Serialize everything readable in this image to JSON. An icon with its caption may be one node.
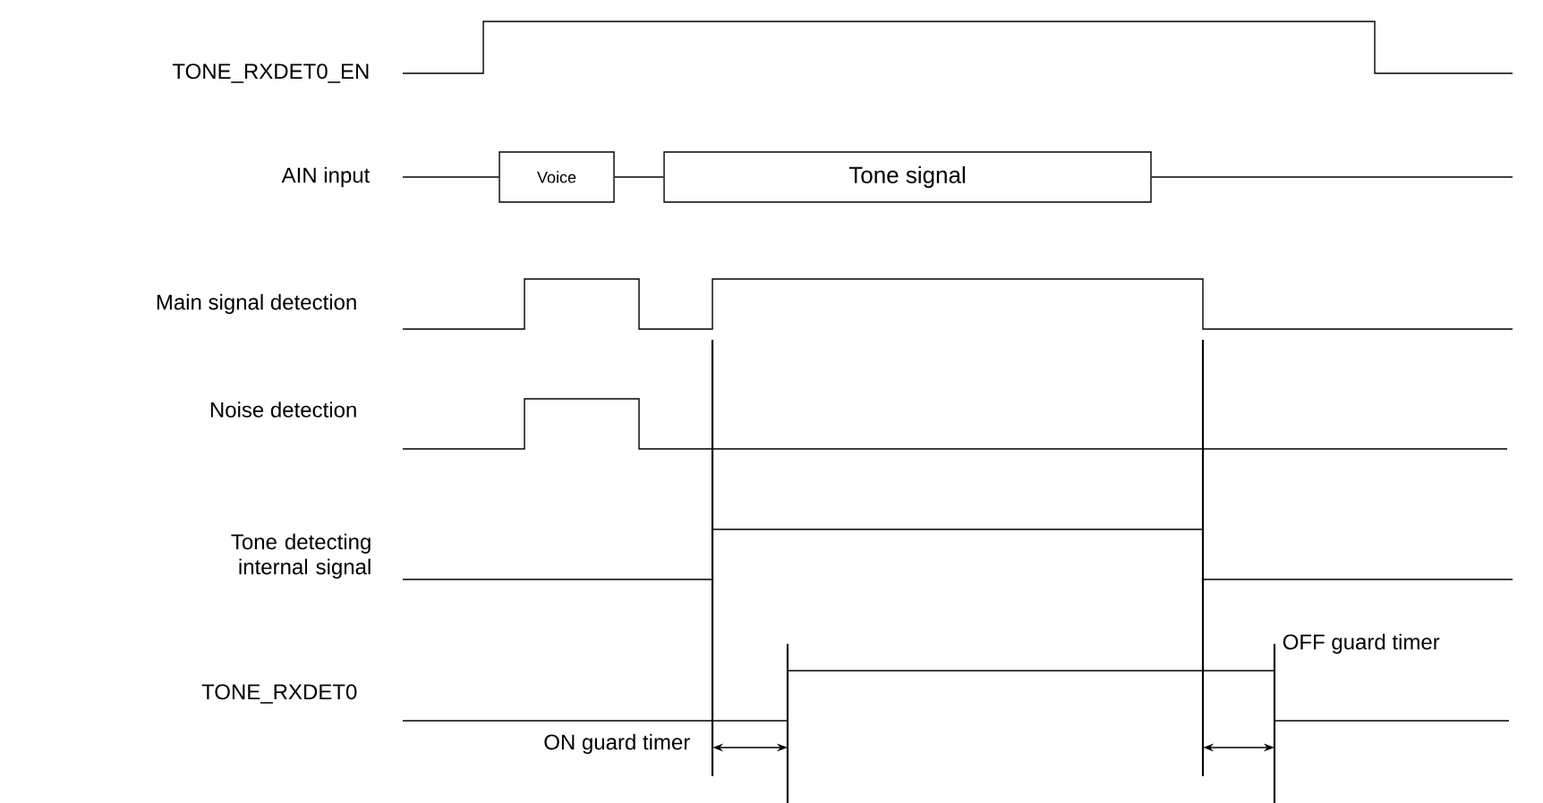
{
  "diagram": {
    "nodes": [
      {
        "text": [
          "Voice"
        ]
      },
      {
        "text": [
          "Tone signal"
        ]
      }
    ],
    "edges": [
      {
        "from": null,
        "to": 0,
        "arrow": "none"
      },
      {
        "from": 0,
        "to": 1,
        "arrow": "none"
      },
      {
        "from": 1,
        "to": null,
        "arrow": "none"
      }
    ],
    "labels": [
      "TONE_RXDET0_EN",
      "AIN input",
      "Main signal detection",
      "Noise detection",
      "Tone detecting internal signal",
      "OFF guard timer",
      "TONE_RXDET0",
      "ON guard timer"
    ]
  }
}
